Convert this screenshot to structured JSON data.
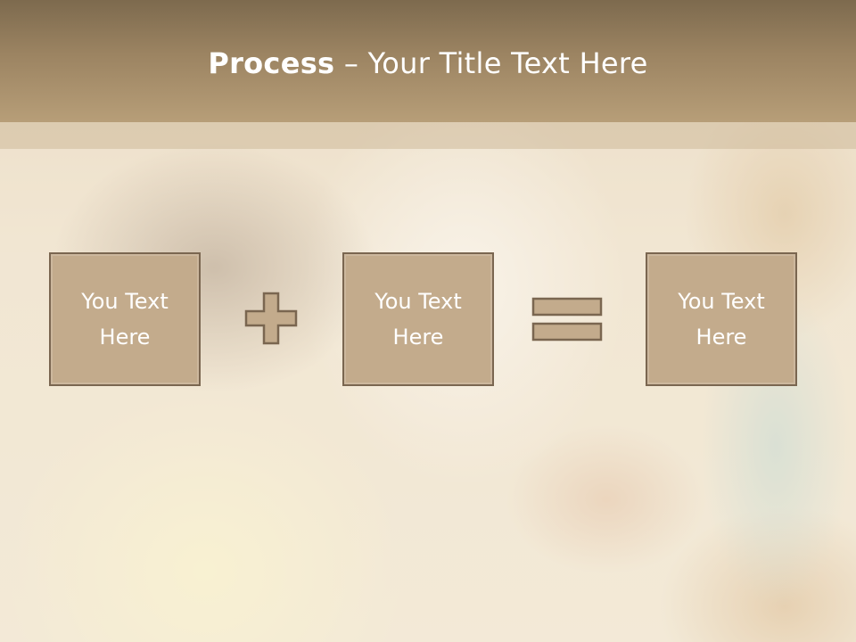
{
  "slide": {
    "title_bold": "Process",
    "title_rest": " – Your Title Text Here"
  },
  "process": {
    "boxes": [
      {
        "text": "You Text\nHere"
      },
      {
        "text": "You Text\nHere"
      },
      {
        "text": "You Text\nHere"
      }
    ],
    "operators": [
      "plus-icon",
      "equals-icon"
    ]
  },
  "colors": {
    "title_bar": "#9c8462",
    "box_fill": "#c3ab8c",
    "box_border": "#7a6650",
    "text": "#ffffff"
  }
}
